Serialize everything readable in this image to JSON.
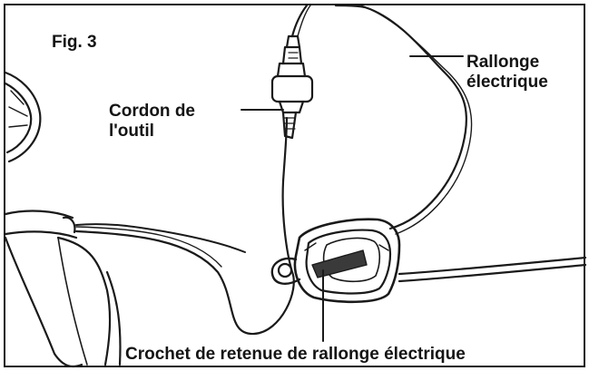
{
  "figure": {
    "title": "Fig. 3",
    "labels": {
      "tool_cord_line1": "Cordon de",
      "tool_cord_line2": "l'outil",
      "extension_cord_line1": "Rallonge",
      "extension_cord_line2": "électrique",
      "retainer_hook": "Crochet de retenue de rallonge électrique"
    },
    "colors": {
      "line": "#1a1a1a",
      "background": "#ffffff",
      "shade": "#3a3a3a"
    }
  }
}
